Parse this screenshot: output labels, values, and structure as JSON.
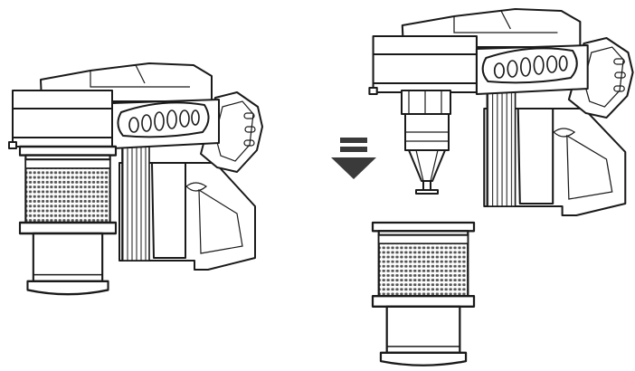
{
  "figure": {
    "panels": [
      {
        "id": "assembled",
        "state": "bin attached to main body"
      },
      {
        "id": "separated",
        "state": "bin detached below main body"
      }
    ],
    "indicator": {
      "icon": "down-arrow-icon",
      "color": "#3a3a3a"
    },
    "line_color": "#1a1a1a",
    "mesh_color": "#555555"
  }
}
